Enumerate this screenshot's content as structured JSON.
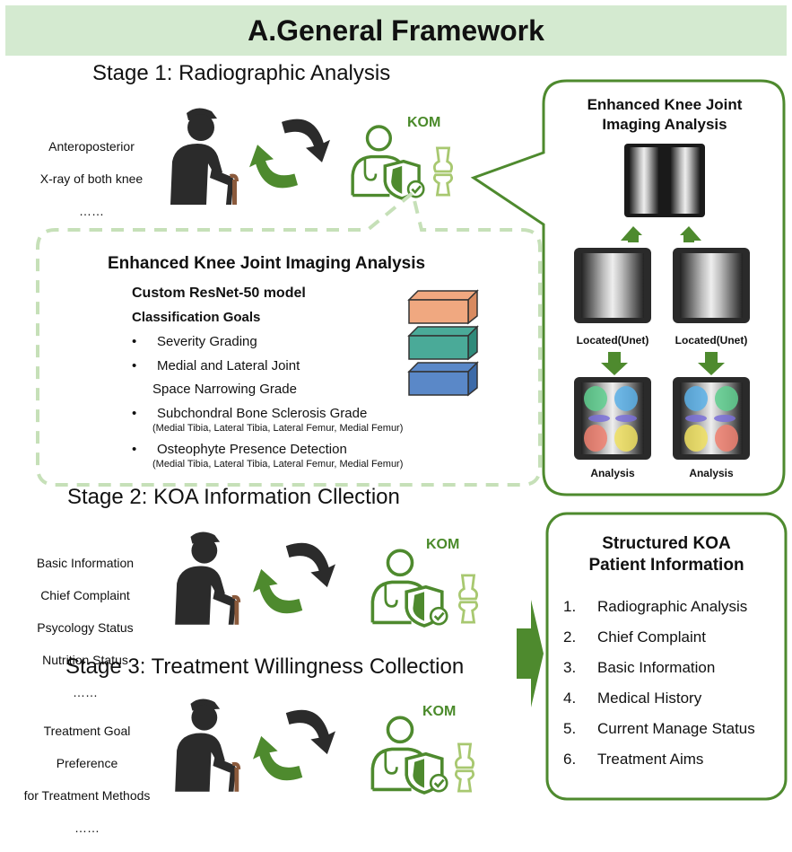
{
  "header": {
    "title": "A.General Framework"
  },
  "stage1": {
    "title": "Stage 1: Radiographic Analysis",
    "notes": [
      "Anteroposterior",
      "X-ray of both knee",
      "……"
    ],
    "kom": "KOM"
  },
  "imaging_box": {
    "title": "Enhanced Knee Joint Imaging Analysis",
    "model": "Custom ResNet-50 model",
    "goals_title": "Classification Goals",
    "goals": [
      {
        "text": "Severity Grading"
      },
      {
        "text": "Medial and Lateral Joint",
        "text2": "Space Narrowing Grade"
      },
      {
        "text": "Subchondral Bone Sclerosis Grade",
        "sub": "(Medial Tibia, Lateral Tibia, Lateral Femur, Medial Femur)"
      },
      {
        "text": "Osteophyte Presence Detection",
        "sub": "(Medial Tibia, Lateral Tibia, Lateral Femur, Medial Femur)"
      }
    ],
    "bullet": "•",
    "block_colors": [
      "#f0a880",
      "#4aaa98",
      "#5a88c8"
    ]
  },
  "right_panel": {
    "title_line1": "Enhanced Knee Joint",
    "title_line2": "Imaging Analysis",
    "located_left": "Located(Unet)",
    "located_right": "Located(Unet)",
    "analysis_left": "Analysis",
    "analysis_right": "Analysis"
  },
  "stage2": {
    "title": "Stage 2: KOA Information Cllection",
    "notes": [
      "Basic Information",
      "Chief Complaint",
      "Psycology Status",
      "Nutrition Status",
      "……"
    ],
    "kom": "KOM"
  },
  "stage3": {
    "title": "Stage 3: Treatment Willingness Collection",
    "notes": [
      "Treatment Goal",
      "Preference",
      "for Treatment Methods",
      "……"
    ],
    "kom": "KOM"
  },
  "structured": {
    "title_line1": "Structured KOA",
    "title_line2": "Patient Information",
    "items": [
      {
        "num": "1.",
        "text": "Radiographic Analysis"
      },
      {
        "num": "2.",
        "text": "Chief Complaint"
      },
      {
        "num": "3.",
        "text": "Basic Information"
      },
      {
        "num": "4.",
        "text": "Medical History"
      },
      {
        "num": "5.",
        "text": "Current Manage Status"
      },
      {
        "num": "6.",
        "text": "Treatment Aims"
      }
    ]
  },
  "colors": {
    "green": "#4e8a2e",
    "light_green": "#c6e0b8",
    "title_bg": "#d4ead0",
    "dark": "#2b2b2b"
  }
}
